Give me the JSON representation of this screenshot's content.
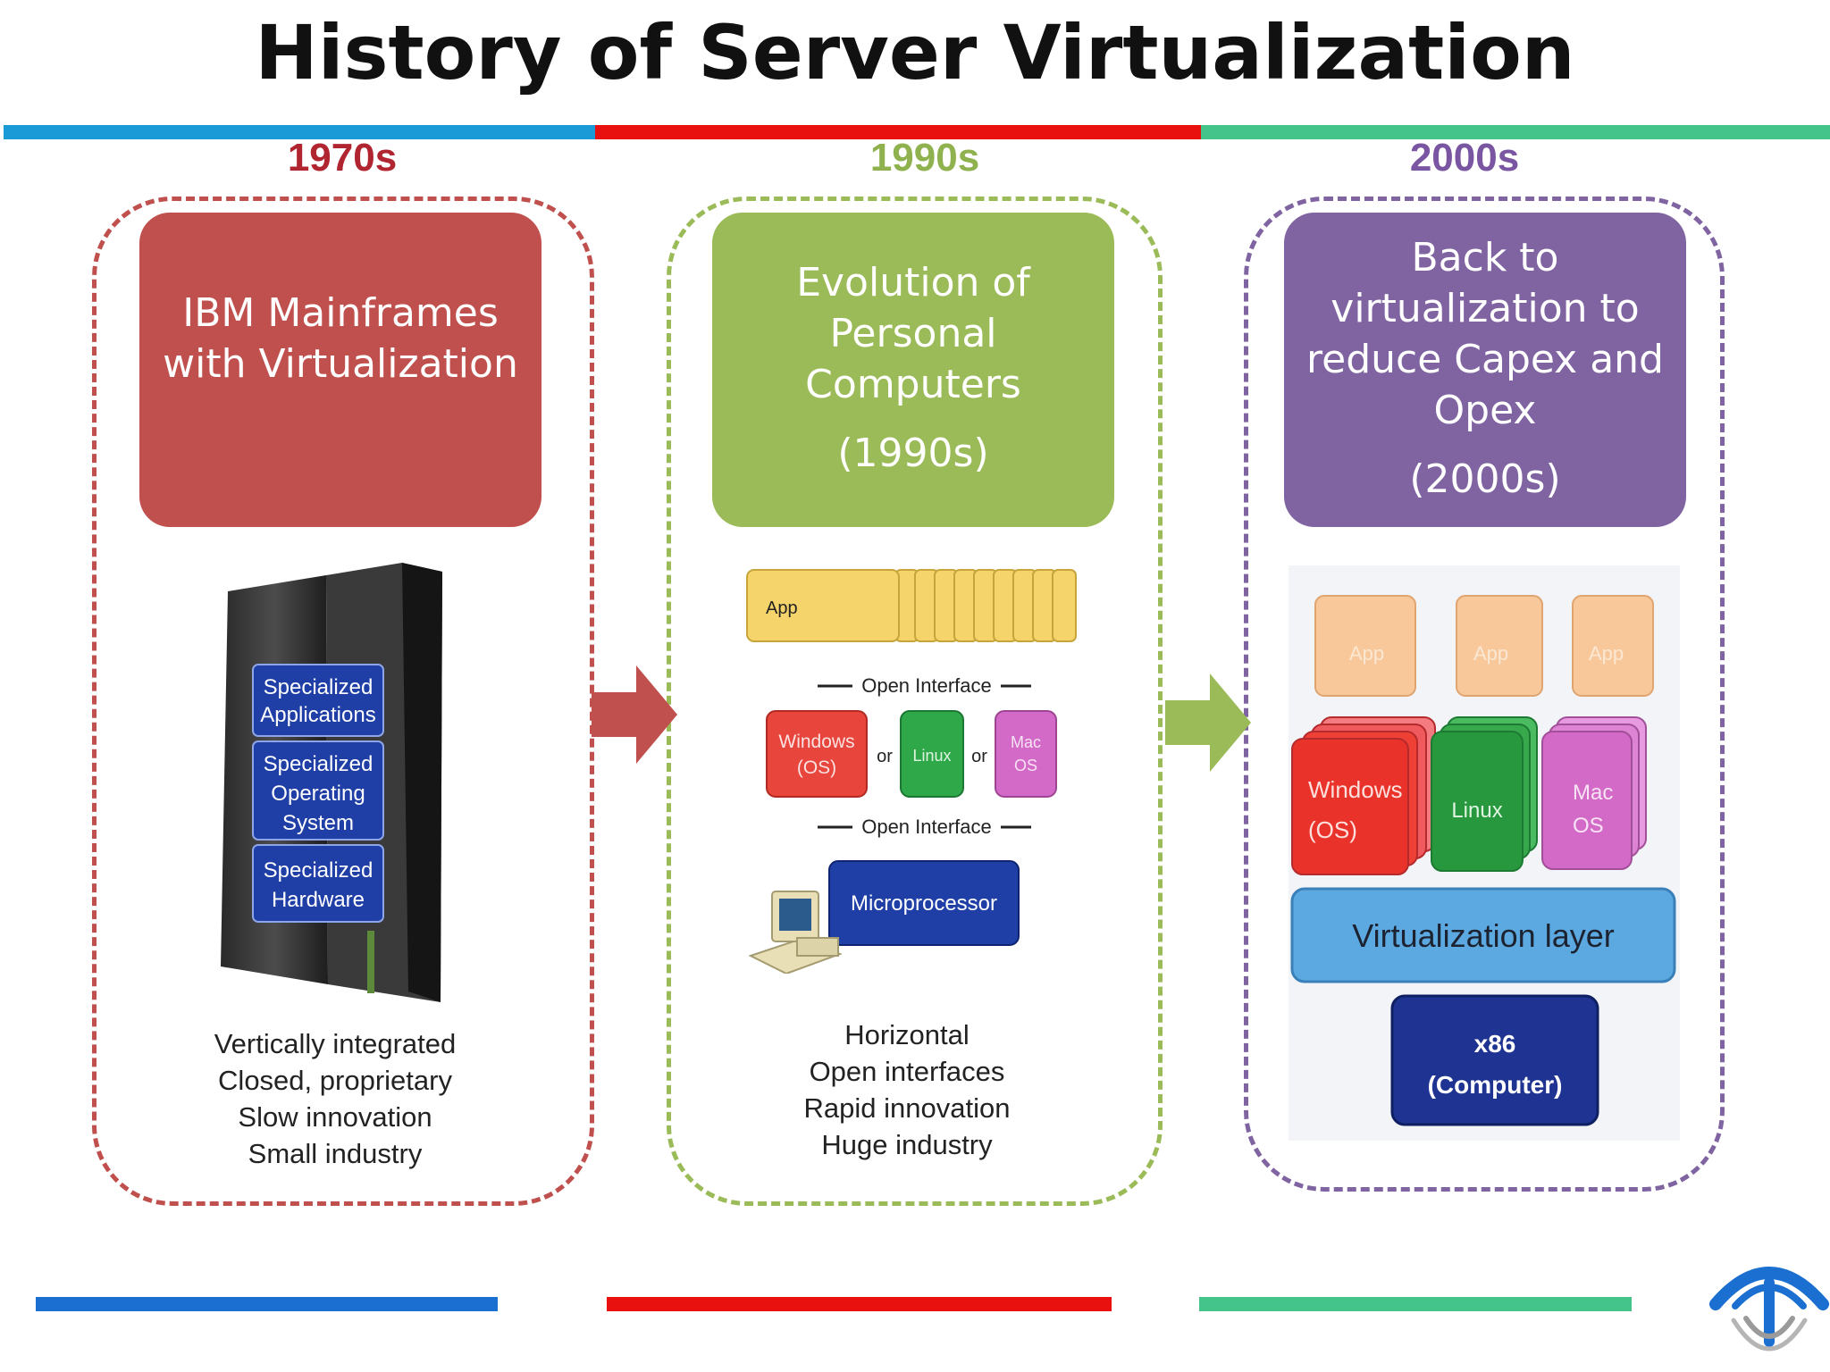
{
  "title": "History of Server Virtualization",
  "colors": {
    "blue": "#1a9ad6",
    "red": "#e8110f",
    "green": "#44c48a",
    "mainframe": "#c0504d",
    "pc": "#9bbb59",
    "virt": "#8064a2"
  },
  "eras": [
    {
      "label": "1970s",
      "heading": [
        "IBM Mainframes",
        "with Virtualization"
      ],
      "stack": [
        "Specialized Applications",
        "Specialized Operating System",
        "Specialized Hardware"
      ],
      "caption": [
        "Vertically integrated",
        "Closed, proprietary",
        "Slow innovation",
        "Small industry"
      ]
    },
    {
      "label": "1990s",
      "heading": [
        "Evolution of",
        "Personal",
        "Computers"
      ],
      "year": "(1990s)",
      "diagram": {
        "app": "App",
        "open_interface": "Open Interface",
        "windows": [
          "Windows",
          "(OS)"
        ],
        "or": "or",
        "linux": "Linux",
        "mac": [
          "Mac",
          "OS"
        ],
        "microprocessor": "Microprocessor"
      },
      "caption": [
        "Horizontal",
        "Open interfaces",
        "Rapid innovation",
        "Huge industry"
      ]
    },
    {
      "label": "2000s",
      "heading": [
        "Back to",
        "virtualization  to",
        "reduce Capex and",
        "Opex"
      ],
      "year": "(2000s)",
      "diagram": {
        "app": "App",
        "windows": [
          "Windows",
          "(OS)"
        ],
        "linux": "Linux",
        "mac": [
          "Mac",
          "OS"
        ],
        "virtualization_layer": "Virtualization layer",
        "hardware": [
          "x86",
          "(Computer)"
        ]
      }
    }
  ]
}
